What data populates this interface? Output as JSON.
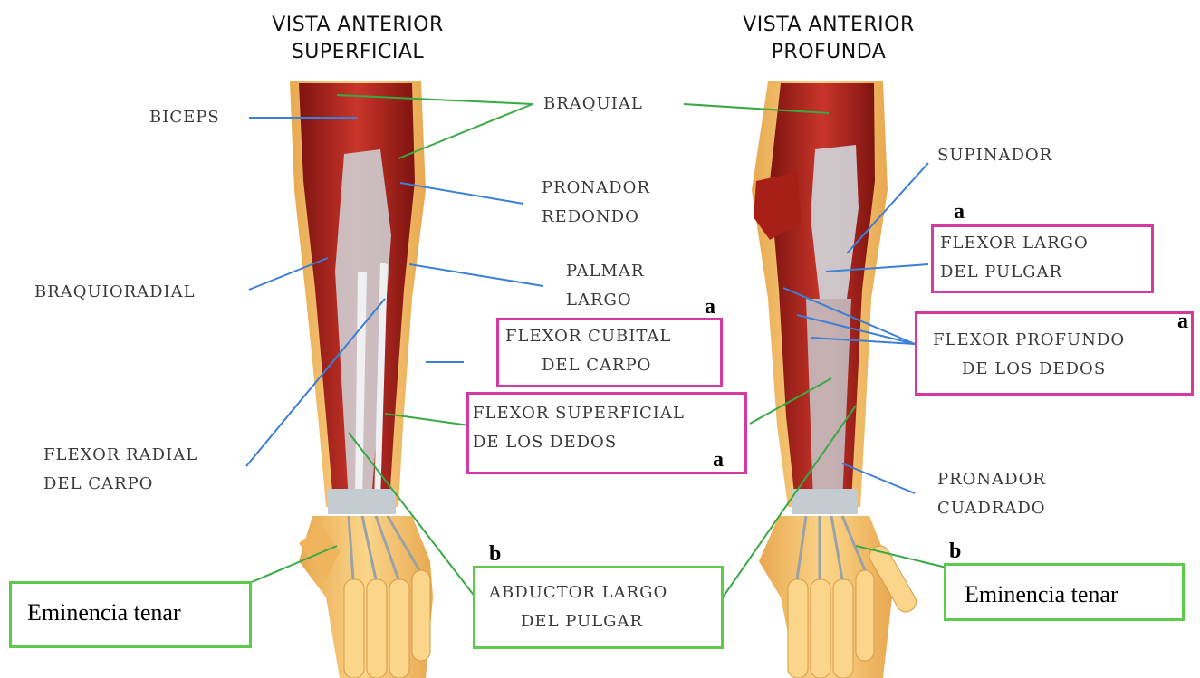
{
  "titles": {
    "left_line1": "VISTA ANTERIOR",
    "left_line2": "SUPERFICIAL",
    "right_line1": "VISTA ANTERIOR",
    "right_line2": "PROFUNDA"
  },
  "labels": {
    "biceps": "BICEPS",
    "braquial": "BRAQUIAL",
    "pronador_redondo_1": "PRONADOR",
    "pronador_redondo_2": "REDONDO",
    "palmar_largo_1": "PALMAR",
    "palmar_largo_2": "LARGO",
    "braquioradial": "BRAQUIORADIAL",
    "flexor_cubital_1": "FLEXOR CUBITAL",
    "flexor_cubital_2": "DEL CARPO",
    "flexor_superficial_1": "FLEXOR SUPERFICIAL",
    "flexor_superficial_2": "DE LOS DEDOS",
    "flexor_radial_1": "FLEXOR RADIAL",
    "flexor_radial_2": "DEL CARPO",
    "supinador": "SUPINADOR",
    "flexor_largo_pulgar_1": "FLEXOR LARGO",
    "flexor_largo_pulgar_2": "DEL PULGAR",
    "flexor_profundo_1": "FLEXOR PROFUNDO",
    "flexor_profundo_2": "DE LOS DEDOS",
    "pronador_cuadrado_1": "PRONADOR",
    "pronador_cuadrado_2": "CUADRADO",
    "abductor_1": "ABDUCTOR LARGO",
    "abductor_2": "DEL PULGAR"
  },
  "annotations": {
    "mark_a": "a",
    "mark_b": "b",
    "eminencia_left": "Eminencia tenar",
    "eminencia_right": "Eminencia tenar"
  },
  "colors": {
    "pink_box": "#d63aa0",
    "green_box": "#5fc94b",
    "blue_line": "#3b7fd8",
    "green_line": "#3aa845",
    "muscle": "#b8281e",
    "tendon": "#d9dde0",
    "skin": "#f5c46a"
  }
}
